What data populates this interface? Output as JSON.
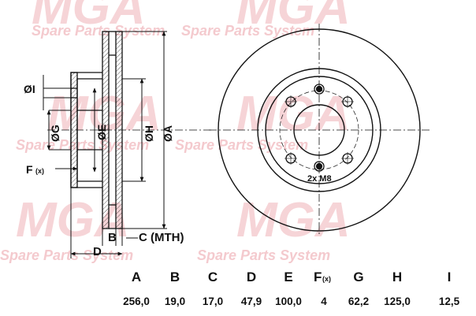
{
  "watermark": {
    "brand": "MGA",
    "tagline": "Spare Parts System",
    "color": "#f4c9cc"
  },
  "drawing": {
    "labels": {
      "I": "ØI",
      "G": "ØG",
      "E": "ØE",
      "H": "ØH",
      "A": "ØA",
      "F": "F",
      "F_sub": "(x)",
      "B": "B",
      "C": "C (MTH)",
      "D": "D",
      "bolt": "2x M8"
    }
  },
  "table": {
    "columns": [
      {
        "key": "A",
        "header": "A",
        "value": "256,0"
      },
      {
        "key": "B",
        "header": "B",
        "value": "19,0"
      },
      {
        "key": "C",
        "header": "C",
        "value": "17,0"
      },
      {
        "key": "D",
        "header": "D",
        "value": "47,9"
      },
      {
        "key": "E",
        "header": "E",
        "value": "100,0"
      },
      {
        "key": "F",
        "header": "F",
        "header_sub": "(x)",
        "value": "4"
      },
      {
        "key": "G",
        "header": "G",
        "value": "62,2"
      },
      {
        "key": "H",
        "header": "H",
        "value": "125,0"
      },
      {
        "key": "I",
        "header": "I",
        "value": "12,5"
      }
    ]
  }
}
